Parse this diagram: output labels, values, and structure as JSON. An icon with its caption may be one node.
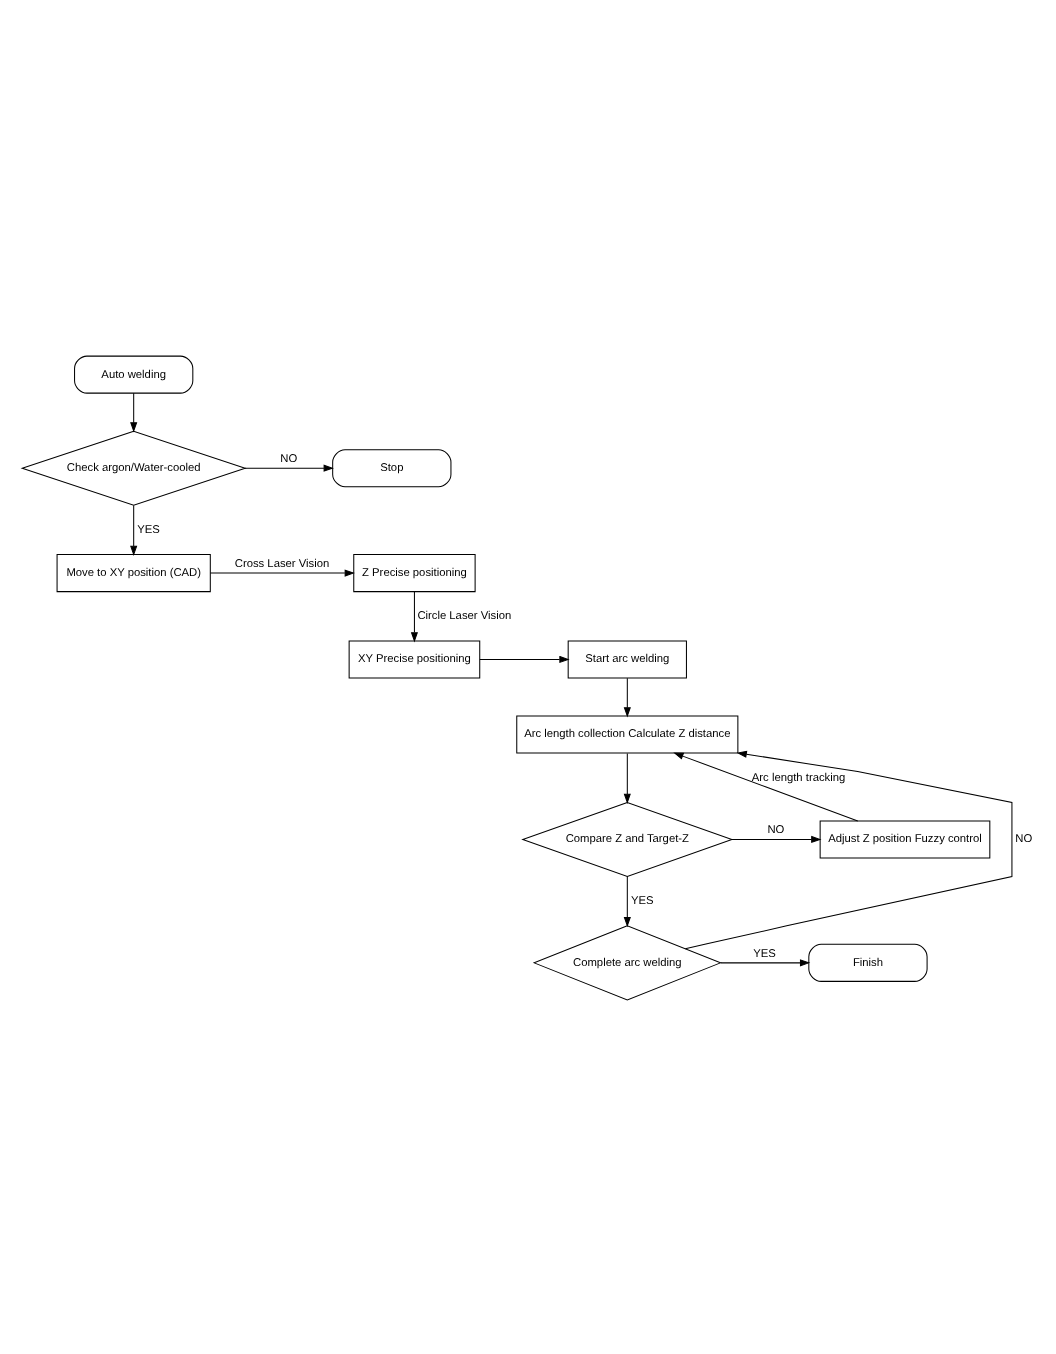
{
  "diagram": {
    "nodes": [
      {
        "text": [
          "Auto welding"
        ]
      },
      {
        "text": [
          "Check argon/Water-cooled"
        ]
      },
      {
        "text": [
          "Stop"
        ]
      },
      {
        "text": [
          "Move to XY position (CAD)"
        ]
      },
      {
        "text": [
          "Z Precise positioning"
        ]
      },
      {
        "text": [
          "XY Precise positioning"
        ]
      },
      {
        "text": [
          "Start arc welding"
        ]
      },
      {
        "text": [
          "Arc length collection Calculate Z distance"
        ]
      },
      {
        "text": [
          "Compare Z and Target-Z"
        ]
      },
      {
        "text": [
          "Adjust Z position Fuzzy control"
        ]
      },
      {
        "text": [
          "Complete arc welding"
        ]
      },
      {
        "text": [
          "Finish"
        ]
      }
    ],
    "edges": [
      {
        "from": 0,
        "to": 1,
        "arrow": "to"
      },
      {
        "from": 1,
        "to": 2,
        "arrow": "to",
        "label": "NO"
      },
      {
        "from": 1,
        "to": 3,
        "arrow": "to",
        "label": "YES"
      },
      {
        "from": 3,
        "to": 4,
        "arrow": "to",
        "label": "Cross Laser Vision"
      },
      {
        "from": 4,
        "to": 5,
        "arrow": "to",
        "label": "Circle Laser Vision"
      },
      {
        "from": 5,
        "to": 6,
        "arrow": "to"
      },
      {
        "from": 6,
        "to": 7,
        "arrow": "to"
      },
      {
        "from": 7,
        "to": 8,
        "arrow": "to"
      },
      {
        "from": 8,
        "to": 9,
        "arrow": "to",
        "label": "NO"
      },
      {
        "from": 9,
        "to": 7,
        "arrow": "to",
        "label": "Arc length tracking"
      },
      {
        "from": 8,
        "to": 10,
        "arrow": "to",
        "label": "YES"
      },
      {
        "from": 10,
        "to": 7,
        "arrow": "to",
        "label": "NO"
      },
      {
        "from": 10,
        "to": 11,
        "arrow": "to",
        "label": "YES"
      }
    ]
  }
}
